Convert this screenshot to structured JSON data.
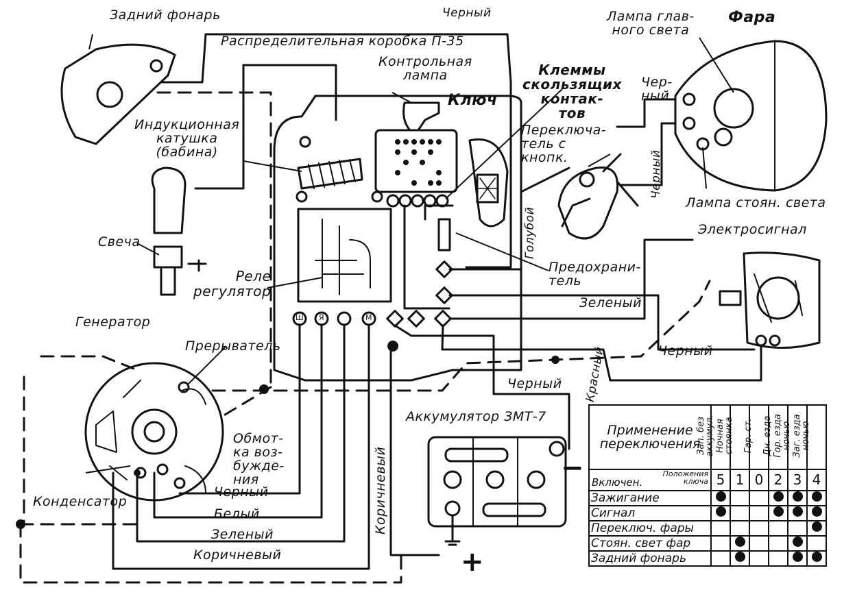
{
  "labels": {
    "rear_light": "Задний фонарь",
    "black_top": "Черный",
    "junction_box": "Распределительная коробка П-35",
    "control_lamp": "Контрольная\nлампа",
    "key": "Ключ",
    "sliding_contacts": "Клеммы\nскользящих\nконтак-\nтов",
    "main_lamp": "Лампа глав-\nного света",
    "headlight": "Фара",
    "black_head": "Чер-\nный",
    "ignition_coil": "Индукционная\nкатушка\n(бабина)",
    "switch_button": "Переключа-\nтель с\nкнопк.",
    "black_vertical": "Черный",
    "blue": "Голубой",
    "parking_lamp": "Лампа стоян. света",
    "spark_plug": "Свеча",
    "horn": "Электросигнал",
    "relay": "Реле\nрегулятор",
    "fuse": "Предохрани-\nтель",
    "green_right": "Зеленый",
    "generator": "Генератор",
    "breaker": "Прерыватель",
    "red": "Красный",
    "black_right": "Черный",
    "black_mid": "Черный",
    "battery": "Аккумулятор ЗМТ-7",
    "field_winding": "Обмот-\nка воз-\nбужде-\nния",
    "brown_vertical": "Коричневый",
    "capacitor": "Конденсатор",
    "black_bottom": "Черный",
    "white": "Белый",
    "green_bottom": "Зеленый",
    "brown_bottom": "Коричневый",
    "terminal_sh": "Ш",
    "terminal_ya": "Я",
    "terminal_m": "М",
    "minus": "−",
    "plus": "+"
  },
  "table": {
    "title": "Применение\nпереключения",
    "positions_label": "Положения\nключа",
    "switched_label": "Включен.",
    "columns": [
      {
        "header": "Зап. без\nаккумул.",
        "position": "5"
      },
      {
        "header": "Ночная\nстоянка",
        "position": "1"
      },
      {
        "header": "Гар. ст.",
        "position": "0"
      },
      {
        "header": "Дн. езда",
        "position": "2"
      },
      {
        "header": "Гор. езда\nночью",
        "position": "3"
      },
      {
        "header": "Заг. езда\nночью",
        "position": "4"
      }
    ],
    "rows": [
      {
        "label": "Зажигание",
        "marks": [
          true,
          false,
          false,
          true,
          true,
          true
        ]
      },
      {
        "label": "Сигнал",
        "marks": [
          true,
          false,
          false,
          true,
          true,
          true
        ]
      },
      {
        "label": "Переключ. фары",
        "marks": [
          false,
          false,
          false,
          false,
          false,
          true
        ]
      },
      {
        "label": "Стоян. свет фар",
        "marks": [
          false,
          true,
          false,
          false,
          true,
          false
        ]
      },
      {
        "label": "Задний фонарь",
        "marks": [
          false,
          true,
          false,
          false,
          true,
          true
        ]
      }
    ]
  },
  "colors": {
    "ink": "#111111",
    "paper": "#ffffff"
  }
}
